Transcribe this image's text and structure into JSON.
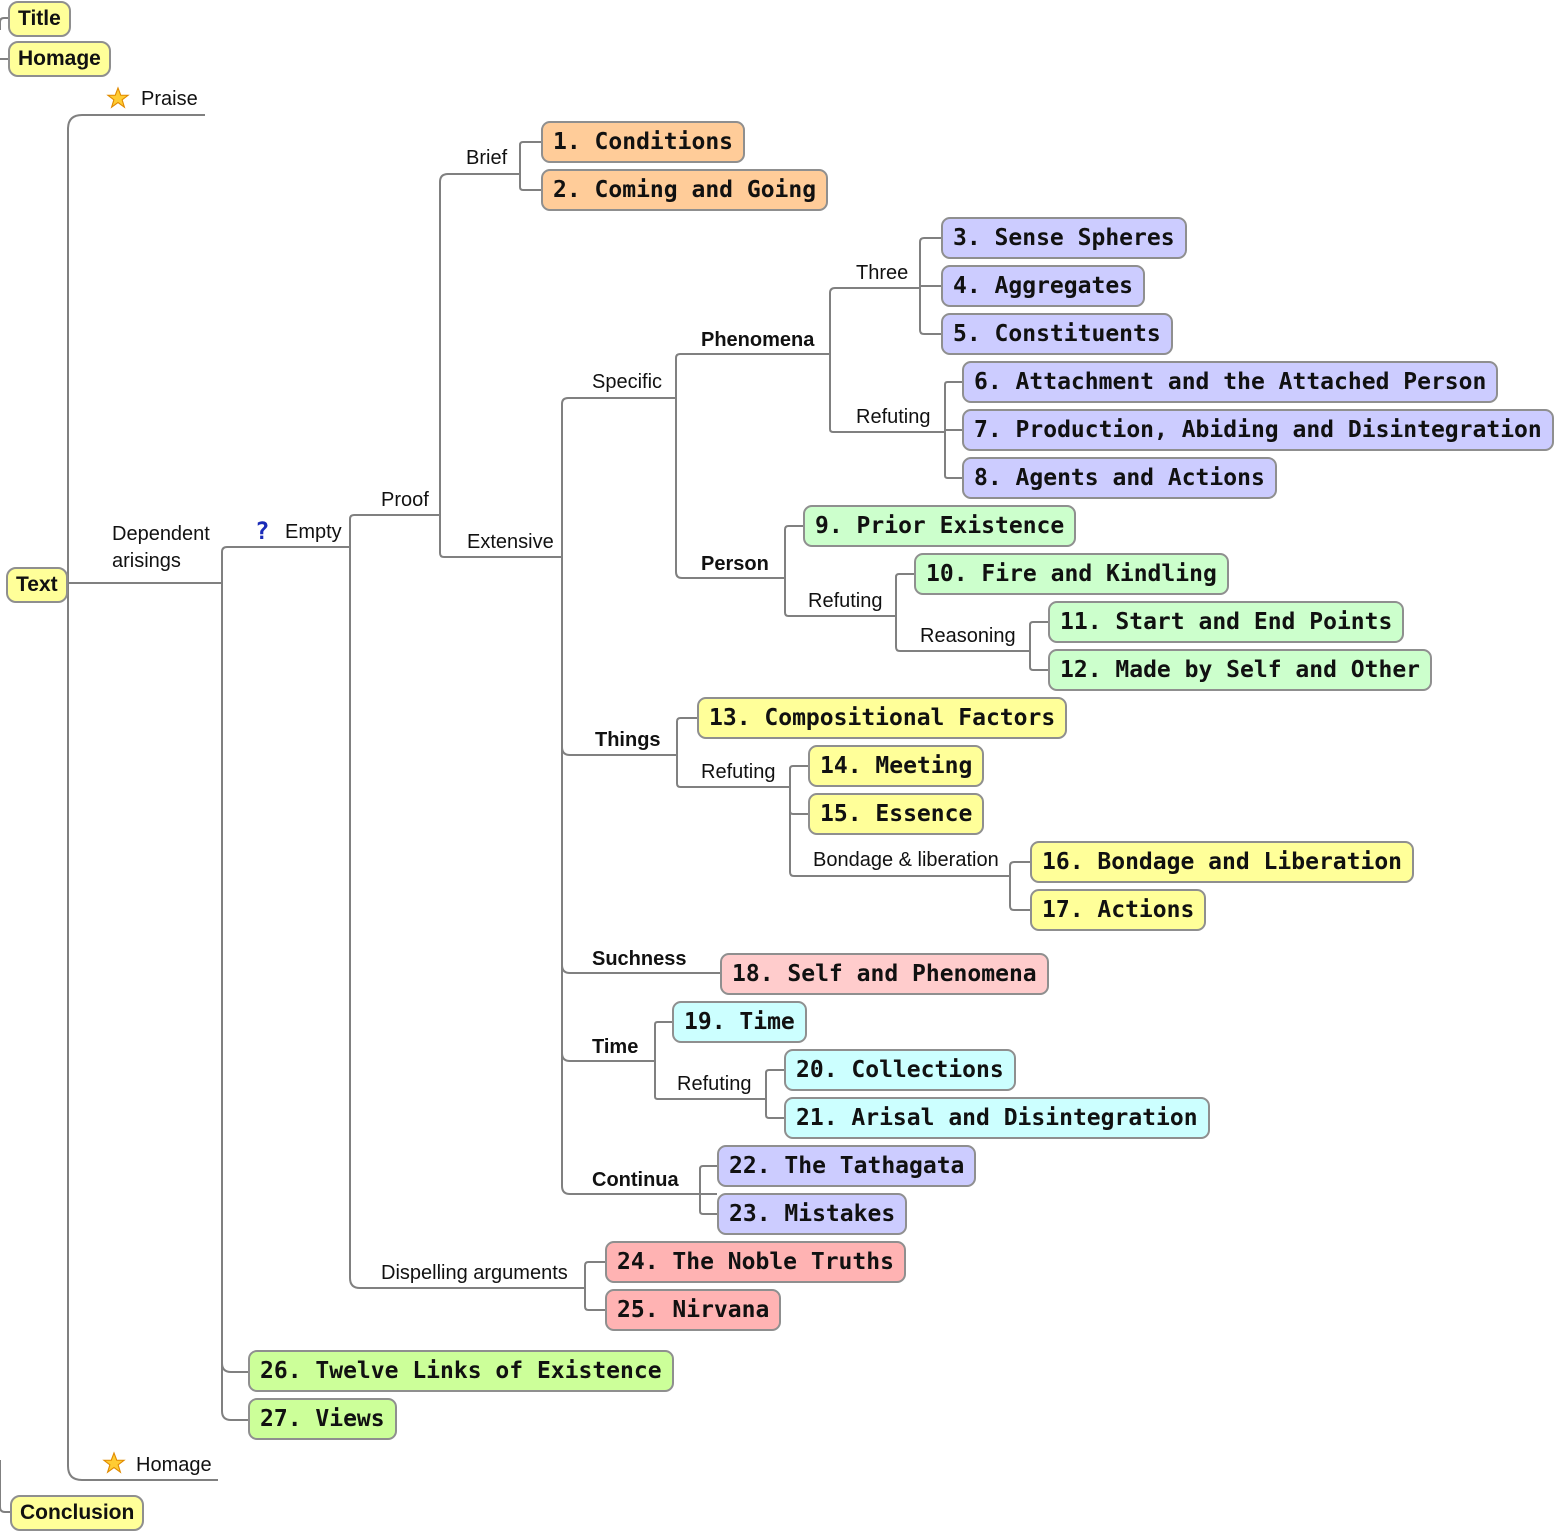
{
  "colors": {
    "line": "#808080",
    "top_level": "#ffff99",
    "orange": "#ffcc99",
    "violet": "#ccccff",
    "green": "#ccffcc",
    "yellow": "#ffff99",
    "pink": "#ffcccc",
    "cyan": "#ccffff",
    "lime": "#ccff99",
    "salmon": "#ffb3b3"
  },
  "icons": {
    "praise": "star-icon",
    "homage": "star-icon",
    "empty": "question-mark-icon"
  },
  "top_nodes": {
    "title": "Title",
    "homage": "Homage",
    "text": "Text",
    "conclusion": "Conclusion"
  },
  "labels": {
    "praise": "Praise",
    "dependent_1": "Dependent",
    "dependent_2": "arisings",
    "empty": "Empty",
    "proof": "Proof",
    "brief": "Brief",
    "extensive": "Extensive",
    "specific": "Specific",
    "phenomena": "Phenomena",
    "three": "Three",
    "refuting_phen": "Refuting",
    "person": "Person",
    "refuting_person": "Refuting",
    "reasoning": "Reasoning",
    "things": "Things",
    "refuting_things": "Refuting",
    "bondage": "Bondage & liberation",
    "suchness": "Suchness",
    "time": "Time",
    "refuting_time": "Refuting",
    "continua": "Continua",
    "dispelling": "Dispelling arguments",
    "homage_end": "Homage"
  },
  "chapters": [
    "1. Conditions",
    "2. Coming and Going",
    "3. Sense Spheres",
    "4. Aggregates",
    "5. Constituents",
    "6. Attachment and the Attached Person",
    "7. Production, Abiding and Disintegration",
    "8. Agents and Actions",
    "9. Prior Existence",
    "10. Fire and Kindling",
    "11. Start and End Points",
    "12. Made by Self and Other",
    "13. Compositional Factors",
    "14. Meeting",
    "15. Essence",
    "16. Bondage and Liberation",
    "17. Actions",
    "18. Self and Phenomena",
    "19. Time",
    "20. Collections",
    "21. Arisal and Disintegration",
    "22. The Tathagata",
    "23. Mistakes",
    "24. The Noble Truths",
    "25. Nirvana",
    "26. Twelve Links of Existence",
    "27. Views"
  ]
}
